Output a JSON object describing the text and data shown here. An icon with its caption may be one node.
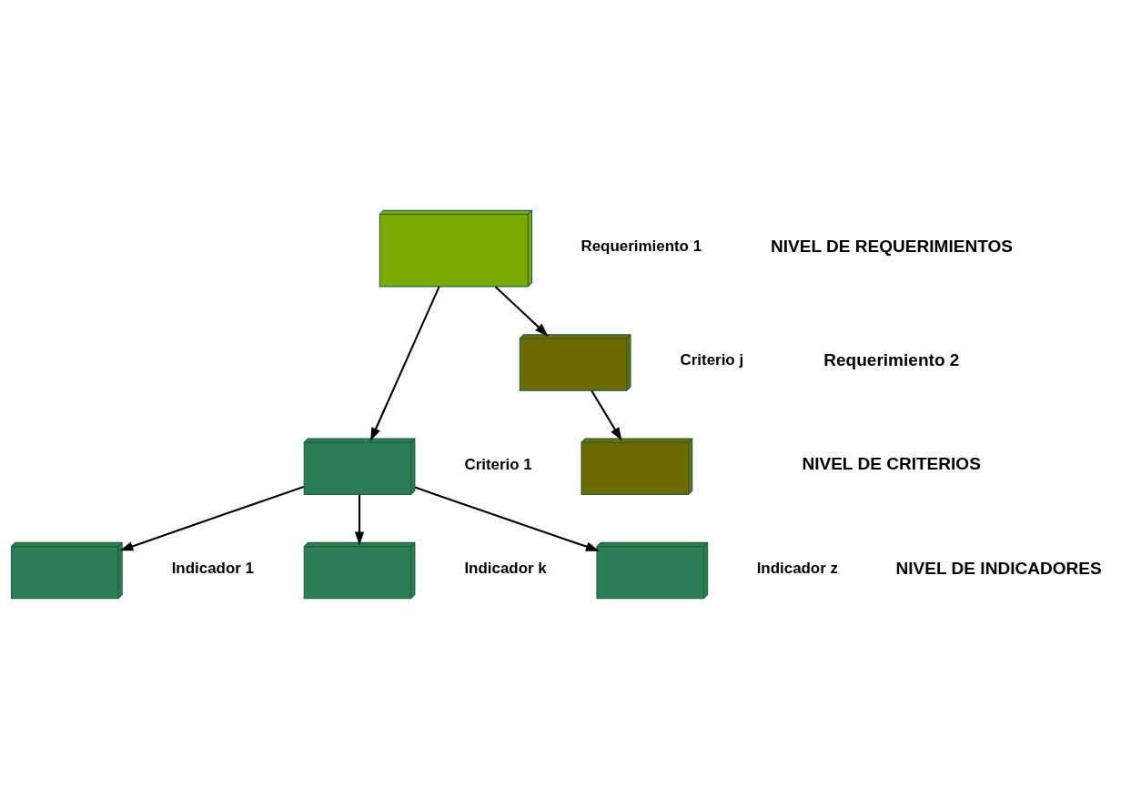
{
  "diagram": {
    "nodes": [
      {
        "text": [],
        "shape": "box",
        "beside": [
          "Requerimiento 1"
        ]
      },
      {
        "text": [],
        "shape": "box",
        "beside": [
          "Criterio 1"
        ]
      },
      {
        "text": [],
        "shape": "box",
        "beside": [
          "Criterio j"
        ]
      },
      {
        "text": [],
        "shape": "box",
        "beside": [
          "Indicador 1"
        ]
      },
      {
        "text": [],
        "shape": "box",
        "beside": [
          "Indicador k"
        ]
      },
      {
        "text": [],
        "shape": "box",
        "beside": [
          "Indicador z"
        ]
      },
      {
        "text": [],
        "shape": "box"
      }
    ],
    "edges": [
      {
        "from": 0,
        "to": 1,
        "arrow": "to"
      },
      {
        "from": 0,
        "to": 2,
        "arrow": "to"
      },
      {
        "from": 1,
        "to": 3,
        "arrow": "to"
      },
      {
        "from": 1,
        "to": 4,
        "arrow": "to"
      },
      {
        "from": 1,
        "to": 5,
        "arrow": "to"
      },
      {
        "from": 2,
        "to": 6,
        "arrow": "to"
      }
    ],
    "labels": [
      "NIVEL DE REQUERIMIENTOS",
      "Requerimiento 2",
      "NIVEL DE CRITERIOS",
      "NIVEL DE INDICADORES"
    ]
  }
}
